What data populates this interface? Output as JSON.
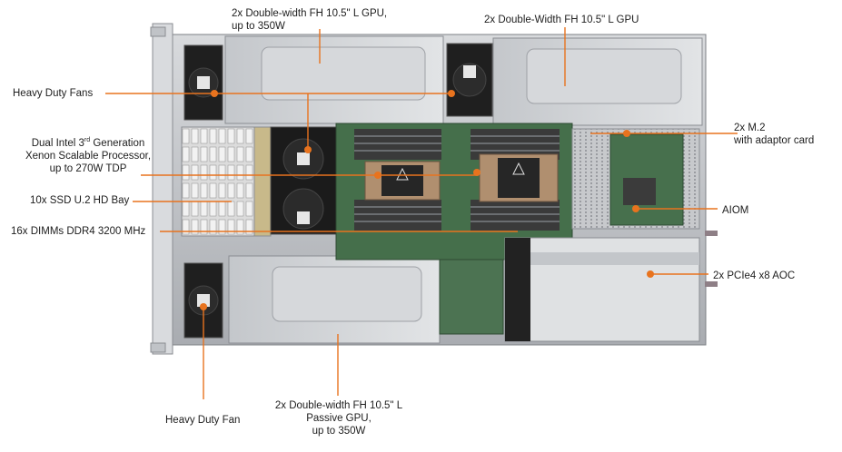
{
  "colors": {
    "callout": "#e8731e",
    "chassis": "#b9bcc0",
    "shroud": "#c9cbce",
    "board": "#3f6b45",
    "dimm": "#2a2a2a",
    "fan": "#1c1c1c",
    "heatsink": "#a78b6e"
  },
  "labels": {
    "gpu_top_left_l1": "2x Double-width FH 10.5\" L GPU,",
    "gpu_top_left_l2": "up to 350W",
    "gpu_top_right": "2x Double-Width FH 10.5\" L GPU",
    "fans": "Heavy Duty Fans",
    "cpu_l1_a": "Dual Intel 3",
    "cpu_l1_sup": "rd",
    "cpu_l1_b": " Generation",
    "cpu_l2": "Xenon Scalable Processor,",
    "cpu_l3": "up to 270W TDP",
    "ssd": "10x SSD U.2 HD Bay",
    "dimms": "16x DIMMs DDR4 3200 MHz",
    "m2_l1": "2x M.2",
    "m2_l2": "with adaptor card",
    "aiom": "AIOM",
    "pcie": "2x PCIe4 x8 AOC",
    "fan_bottom": "Heavy Duty Fan",
    "gpu_bottom_l1": "2x Double-width FH 10.5\" L",
    "gpu_bottom_l2": "Passive GPU,",
    "gpu_bottom_l3": "up to 350W"
  },
  "icons": [
    "fan-icon",
    "warning-icon"
  ]
}
